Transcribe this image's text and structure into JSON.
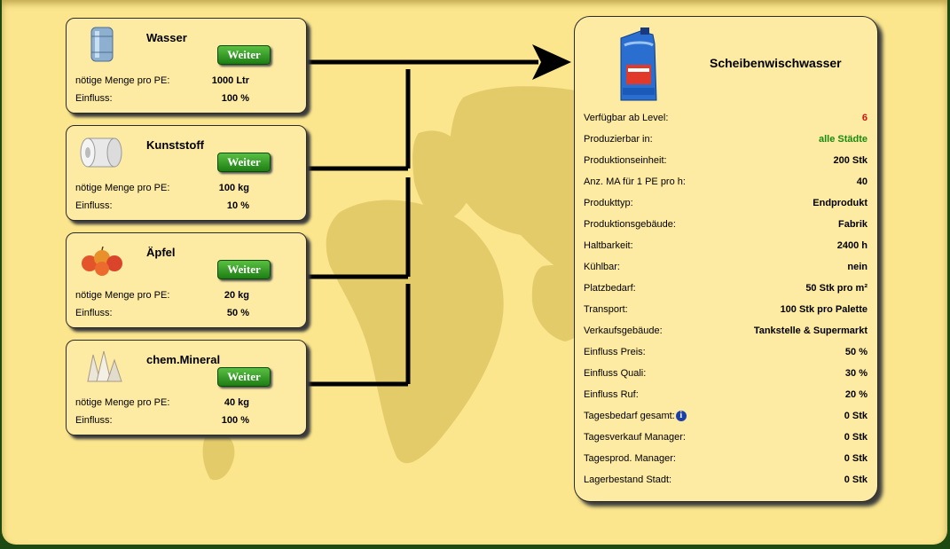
{
  "ingredients": [
    {
      "name": "Wasser",
      "button": "Weiter",
      "rows": [
        {
          "label": "nötige Menge pro PE:",
          "value": "1000 Ltr"
        },
        {
          "label": "Einfluss:",
          "value": "100 %"
        }
      ],
      "icon": "water-barrel-icon"
    },
    {
      "name": "Kunststoff",
      "button": "Weiter",
      "rows": [
        {
          "label": "nötige Menge pro PE:",
          "value": "100 kg"
        },
        {
          "label": "Einfluss:",
          "value": "10 %"
        }
      ],
      "icon": "plastic-roll-icon"
    },
    {
      "name": "Äpfel",
      "button": "Weiter",
      "rows": [
        {
          "label": "nötige Menge pro PE:",
          "value": "20 kg"
        },
        {
          "label": "Einfluss:",
          "value": "50 %"
        }
      ],
      "icon": "apples-icon"
    },
    {
      "name": "chem.Mineral",
      "button": "Weiter",
      "rows": [
        {
          "label": "nötige Menge pro PE:",
          "value": "40 kg"
        },
        {
          "label": "Einfluss:",
          "value": "100 %"
        }
      ],
      "icon": "mineral-crystal-icon"
    }
  ],
  "product": {
    "title": "Scheibenwischwasser",
    "icon": "washer-fluid-canister-icon",
    "rows": [
      {
        "label": "Verfügbar ab Level:",
        "value": "6",
        "color": "#d01010"
      },
      {
        "label": "Produzierbar in:",
        "value": "alle Städte",
        "color": "#1a8a10"
      },
      {
        "label": "Produktionseinheit:",
        "value": "200 Stk"
      },
      {
        "label": "Anz. MA für 1 PE pro h:",
        "value": "40"
      },
      {
        "label": "Produkttyp:",
        "value": "Endprodukt"
      },
      {
        "label": "Produktionsgebäude:",
        "value": "Fabrik"
      },
      {
        "label": "Haltbarkeit:",
        "value": "2400 h"
      },
      {
        "label": "Kühlbar:",
        "value": "nein"
      },
      {
        "label": "Platzbedarf:",
        "value": "50 Stk pro m²"
      },
      {
        "label": "Transport:",
        "value": "100 Stk pro Palette"
      },
      {
        "label": "Verkaufsgebäude:",
        "value": "Tankstelle & Supermarkt"
      },
      {
        "label": "Einfluss Preis:",
        "value": "50 %"
      },
      {
        "label": "Einfluss Quali:",
        "value": "30 %"
      },
      {
        "label": "Einfluss Ruf:",
        "value": "20 %"
      },
      {
        "label": "Tagesbedarf gesamt:",
        "value": "0 Stk",
        "info": true
      },
      {
        "label": "Tagesverkauf Manager:",
        "value": "0 Stk"
      },
      {
        "label": "Tagesprod. Manager:",
        "value": "0 Stk"
      },
      {
        "label": "Lagerbestand Stadt:",
        "value": "0 Stk"
      }
    ]
  },
  "colors": {
    "panel": "#fbe68d",
    "card": "#fdeaa3",
    "button": "#2f9a22",
    "level": "#d01010",
    "cities": "#1a8a10"
  }
}
